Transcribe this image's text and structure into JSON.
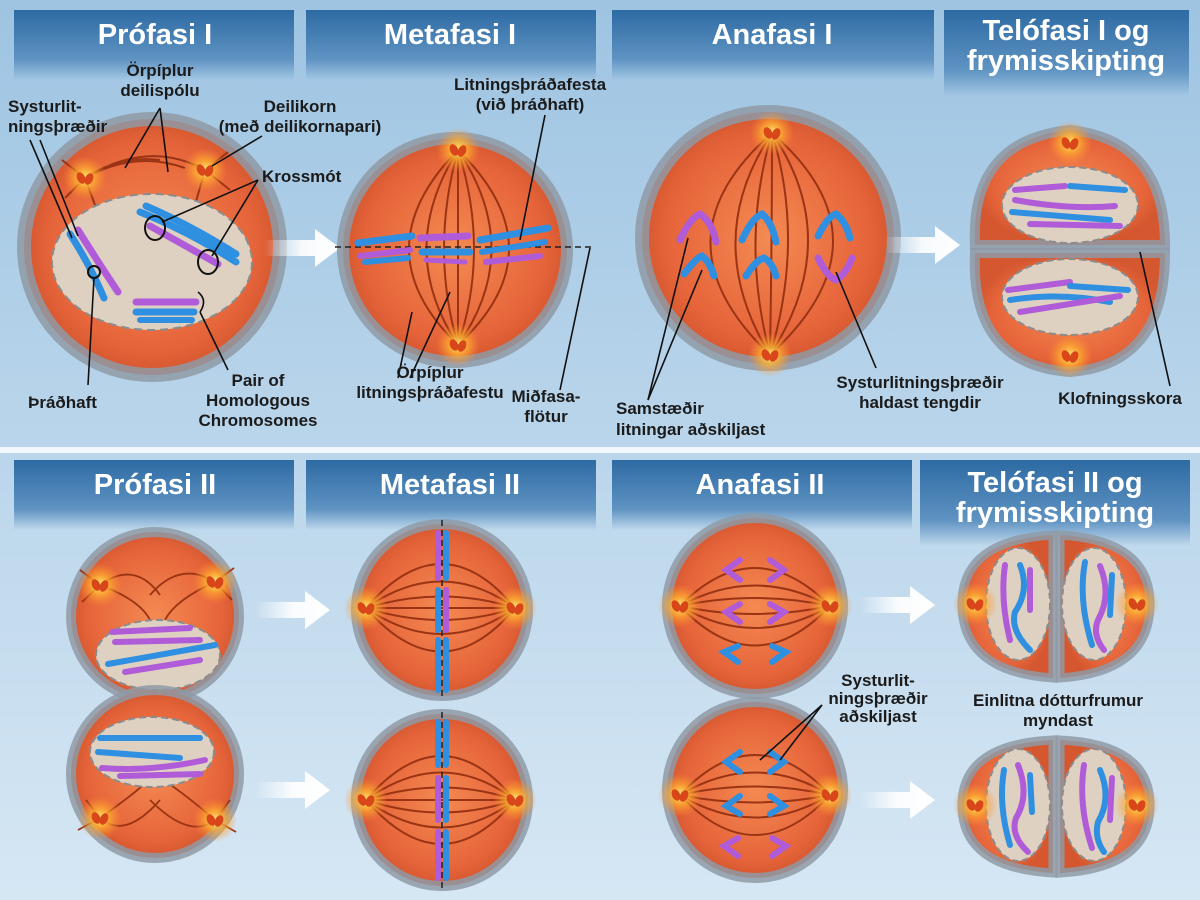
{
  "colors": {
    "cytoplasm": "#e8683c",
    "membrane": "#8f9aa6",
    "nucleus": "#ded1c2",
    "maternal": "#b05cd8",
    "paternal": "#2f8fe0",
    "spindle": "#9a3414",
    "centrosome": "#ff7a1a",
    "arrow": "#ffffff",
    "header": "#2e6da4"
  },
  "icons": {
    "arrow": "right-arrow-icon"
  },
  "titles": {
    "prophase1": [
      "Prófasi I"
    ],
    "metaphase1": [
      "Metafasi I"
    ],
    "anaphase1": [
      "Anafasi I"
    ],
    "telophase1": [
      "Telófasi I og",
      "frymisskipting"
    ],
    "prophase2": [
      "Prófasi II"
    ],
    "metaphase2": [
      "Metafasi II"
    ],
    "anaphase2": [
      "Anafasi II"
    ],
    "telophase2": [
      "Telófasi II og",
      "frymisskipting"
    ]
  },
  "labels": {
    "orpiplur_deilispolu": [
      "Örpíplur",
      "deilispólu"
    ],
    "systurlitningsthraedir": [
      "Systurlit-",
      "ningsþræðir"
    ],
    "deilikorn": [
      "Deilikorn",
      "(með deilikornapari)"
    ],
    "krossmot": [
      "Krossmót"
    ],
    "thradhaft": [
      "Þráðhaft"
    ],
    "pair": [
      "Pair of",
      "Homologous",
      "Chromosomes"
    ],
    "litningsthradafesta": [
      "Litningsþráðafesta",
      "(við þráðhaft)"
    ],
    "orpiplur_litnings": [
      "Örpíplur",
      "litningsþráðafestu"
    ],
    "midfasa": [
      "Miðfasa-",
      "flötur"
    ],
    "samstaedir": [
      "Samstæðir",
      "litningar aðskiljast"
    ],
    "haldast": [
      "Systurlitningsþræðir",
      "haldast tengdir"
    ],
    "klofnings": [
      "Klofningsskora"
    ],
    "adskiljast2": [
      "Systurlit-",
      "ningsþræðir",
      "aðskiljast"
    ],
    "einlitna": [
      "Einlitna dótturfrumur",
      "myndast"
    ]
  }
}
